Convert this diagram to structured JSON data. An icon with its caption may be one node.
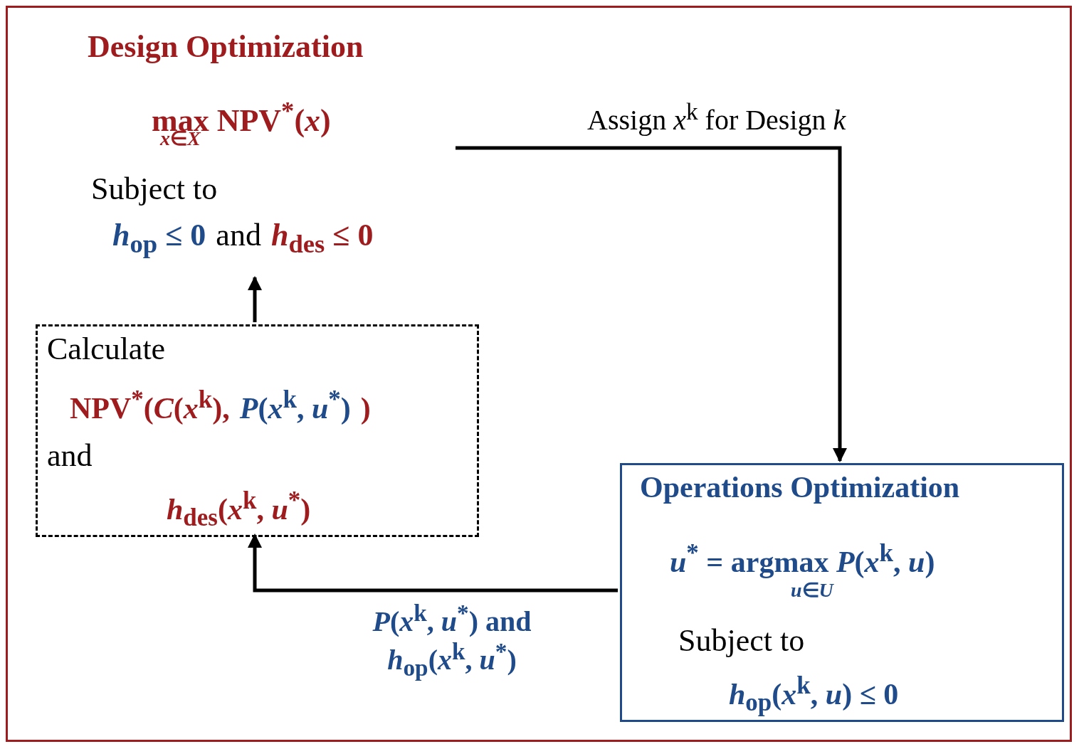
{
  "diagram": {
    "nodes": [
      {
        "text": [
          "Design Optimization"
        ]
      },
      {
        "text": [
          "max NPV$^{*}$(*x*)",
          "*x*∈*X*",
          "Subject to",
          "*h*$_{op}$ ≤ 0",
          "and",
          "*h*$_{des}$ ≤ 0"
        ],
        "in": 0
      },
      {
        "text": [
          "Calculate",
          "NPV$^{*}$(*C*(*x*$^{k}$),",
          "*P*(*x*$^{k}$, *u*$^{*}$)",
          ")",
          "and",
          "*h*$_{des}$(*x*$^{k}$, *u*$^{*}$)"
        ],
        "in": 0
      },
      {
        "text": [
          "Operations Optimization",
          "*u*$^{*}$ = argmax *P*(*x*$^{k}$, *u*)",
          "*u*∈*U*",
          "Subject to",
          "*h*$_{op}$(*x*$^{k}$, *u*) ≤ 0"
        ],
        "in": 0
      }
    ],
    "edges": [
      {
        "from": 1,
        "to": 3,
        "arrow": "to",
        "label": "Assign *x*$^{k}$ for Design *k*"
      },
      {
        "from": 3,
        "to": 2,
        "arrow": "to",
        "label": "*P*(*x*$^{k}$, *u*$^{*}$) and *h*$_{op}$(*x*$^{k}$, *u*$^{*}$)"
      },
      {
        "from": 2,
        "to": 1,
        "arrow": "to"
      }
    ]
  }
}
